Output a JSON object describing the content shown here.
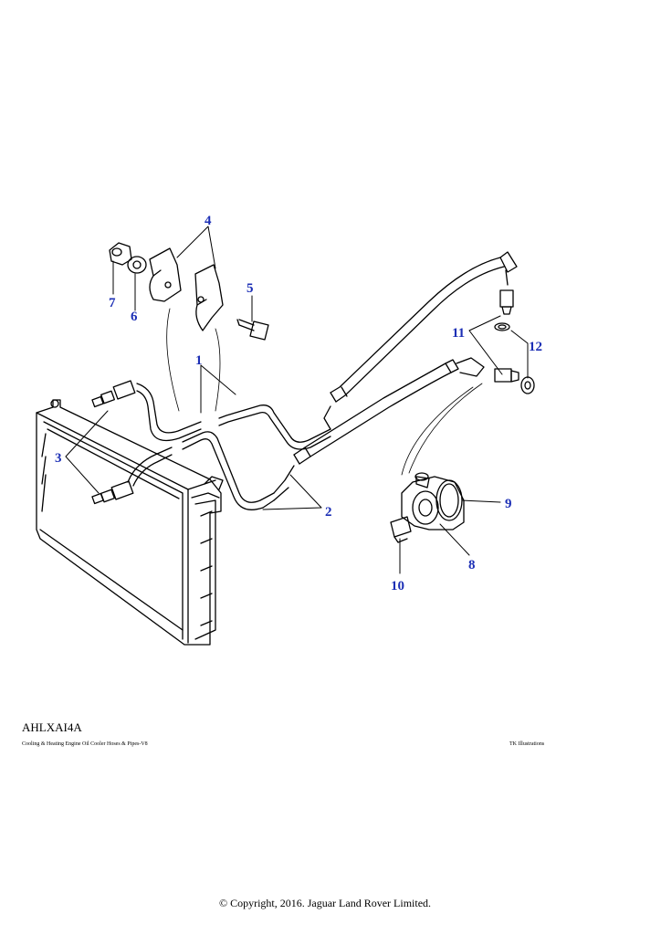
{
  "callouts": {
    "c1": "1",
    "c2": "2",
    "c3": "3",
    "c4": "4",
    "c5": "5",
    "c6": "6",
    "c7": "7",
    "c8": "8",
    "c9": "9",
    "c10": "10",
    "c11": "11",
    "c12": "12"
  },
  "colors": {
    "callout": "#1c2fb5",
    "line": "#000000"
  },
  "footer": {
    "code": "AHLXAI4A",
    "caption": "Cooling & Heating Engine Oil Cooler Hoses & Pipes-V8",
    "credit": "TK Illustrations",
    "copyright": "© Copyright, 2016. Jaguar Land Rover Limited."
  }
}
